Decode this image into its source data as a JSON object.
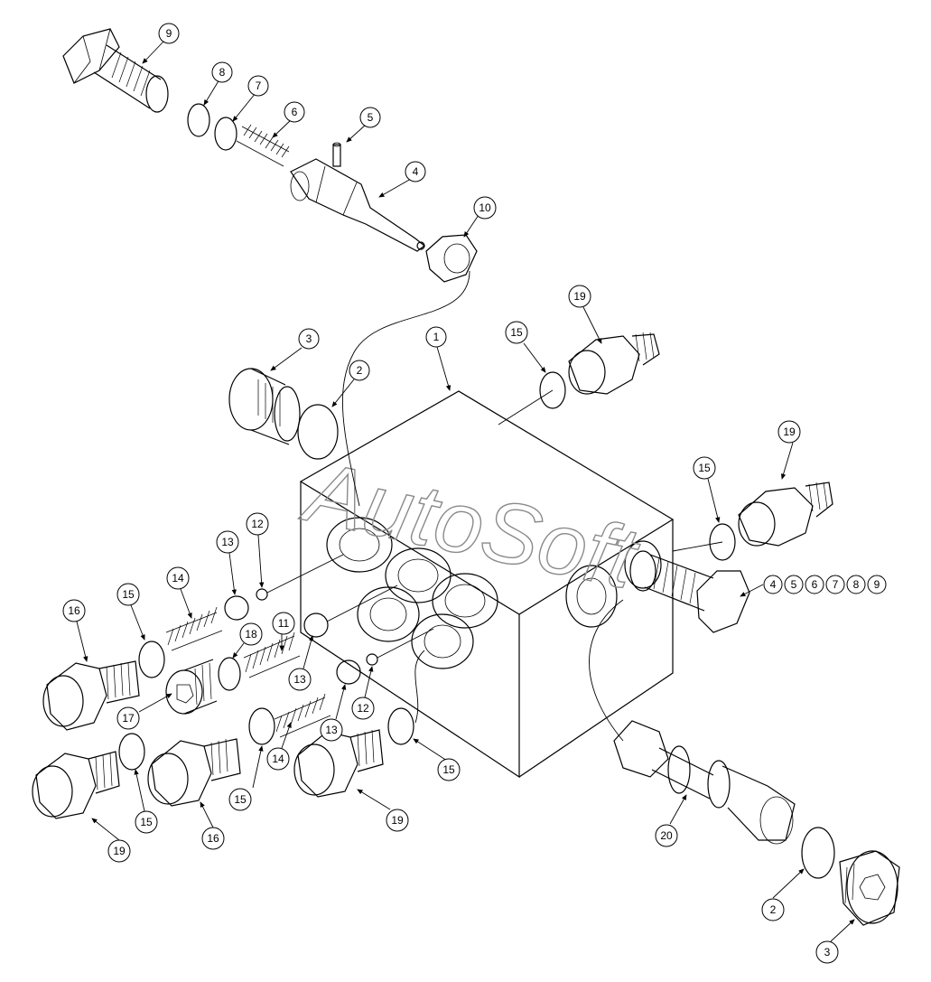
{
  "watermark": "AutoSoft",
  "callouts": {
    "c1": "1",
    "c2_top": "2",
    "c2_bottom": "2",
    "c3_top": "3",
    "c3_bottom": "3",
    "c4": "4",
    "c5": "5",
    "c6": "6",
    "c7": "7",
    "c8": "8",
    "c9": "9",
    "c10": "10",
    "c11": "11",
    "c12_a": "12",
    "c12_b": "12",
    "c13_a": "13",
    "c13_b": "13",
    "c13_c": "13",
    "c14_a": "14",
    "c14_b": "14",
    "c15_top": "15",
    "c15_right": "15",
    "c15_left": "15",
    "c15_mid": "15",
    "c15_botleft": "15",
    "c15_botmid": "15",
    "c16_a": "16",
    "c16_b": "16",
    "c17": "17",
    "c18": "18",
    "c19_top": "19",
    "c19_right": "19",
    "c19_botleft": "19",
    "c19_botmid": "19",
    "c20": "20"
  },
  "kit_callouts": [
    "4",
    "5",
    "6",
    "7",
    "8",
    "9"
  ]
}
